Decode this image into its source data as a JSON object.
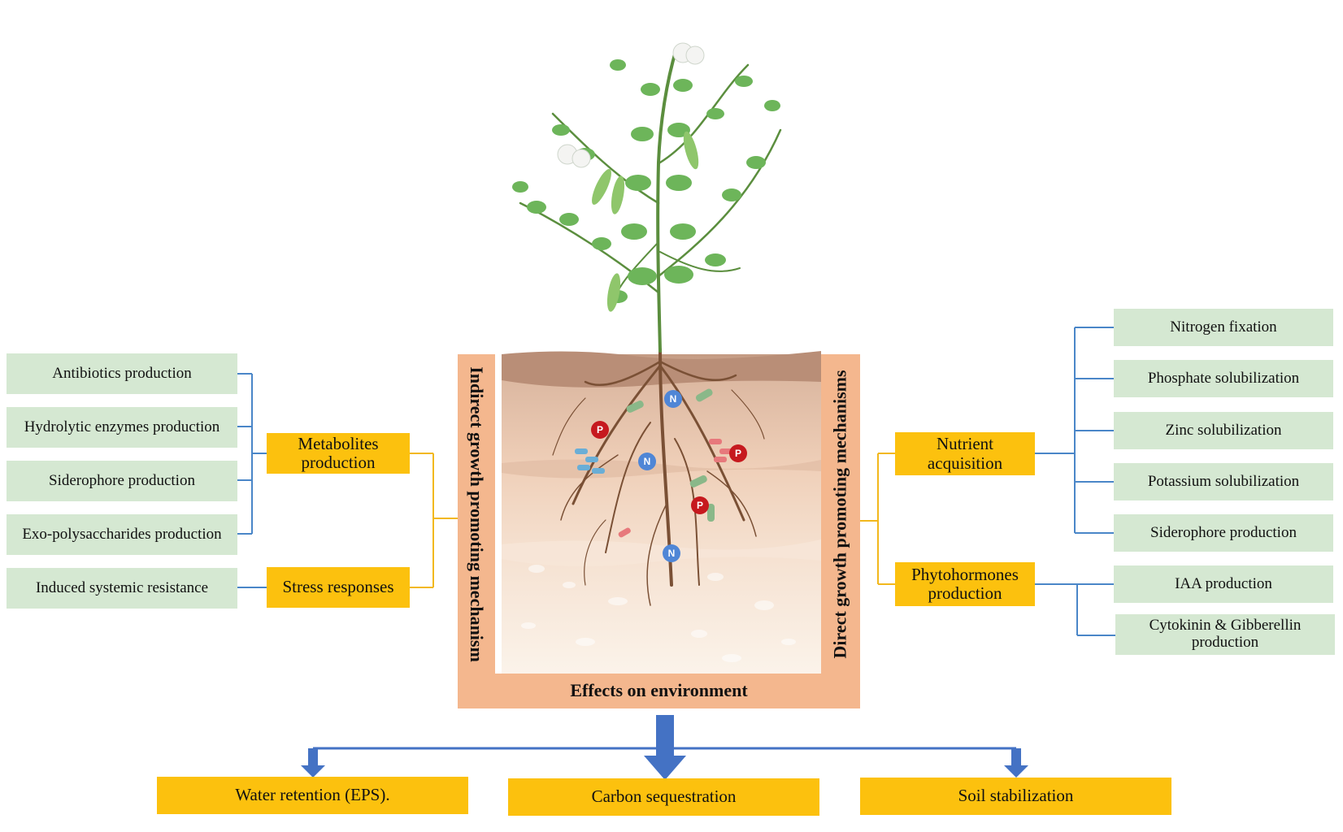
{
  "left": {
    "metabolites": [
      "Antibiotics production",
      "Hydrolytic enzymes production",
      "Siderophore production",
      "Exo-polysaccharides production"
    ],
    "stress": [
      "Induced systemic resistance"
    ],
    "group_metabolites": "Metabolites production",
    "group_stress": "Stress responses"
  },
  "right": {
    "nutrient": [
      "Nitrogen fixation",
      "Phosphate solubilization",
      "Zinc solubilization",
      "Potassium solubilization",
      "Siderophore production"
    ],
    "phyto": [
      "IAA production",
      "Cytokinin & Gibberellin production"
    ],
    "group_nutrient": "Nutrient acquisition",
    "group_phyto": "Phytohormones production"
  },
  "center": {
    "indirect_label": "Indirect growth promoting mechanism",
    "direct_label": "Direct growth promoting mechanisms",
    "effects_label": "Effects on environment",
    "nutrient_badges": [
      "N",
      "P"
    ]
  },
  "effects": [
    "Water retention (EPS).",
    "Carbon sequestration",
    "Soil stabilization"
  ],
  "colors": {
    "green_box": "#d5e8d2",
    "yellow_box": "#fcc10e",
    "peach_bar": "#f4b78e",
    "blue_connector": "#4a86c8",
    "yellow_connector": "#f2b81c",
    "arrow_blue": "#4472c4"
  }
}
